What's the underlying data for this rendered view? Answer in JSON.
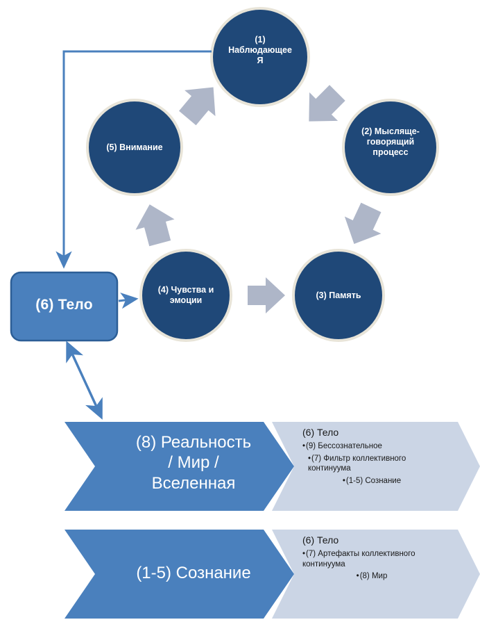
{
  "diagram": {
    "title_semantics": "cycle-of-consciousness-and-body",
    "colors": {
      "circle_fill": "#1F4878",
      "circle_outline": "#E8E4D8",
      "body_box_fill": "#4A80BD",
      "body_box_outline": "#2E6198",
      "connector_blue": "#4A80BD",
      "block_arrow_gray": "#AEB6C8",
      "chevron_main": "#4A80BD",
      "chevron_side": "#CBD5E5",
      "chevron_text": "#FFFFFF",
      "side_text": "#181818"
    },
    "cycle_nodes": [
      {
        "id": "node-1",
        "label": "(1) Наблюдающее Я",
        "line1": "(1)",
        "line2": "Наблюдающее",
        "line3": "Я"
      },
      {
        "id": "node-2",
        "label": "(2) Мысляще-говорящий процесс",
        "line1": "(2) Мысляще-",
        "line2": "говорящий",
        "line3": "процесс"
      },
      {
        "id": "node-3",
        "label": "(3) Память",
        "line1": "(3) Память",
        "line2": "",
        "line3": ""
      },
      {
        "id": "node-4",
        "label": "(4) Чувства и эмоции",
        "line1": "(4) Чувства и",
        "line2": "эмоции",
        "line3": ""
      },
      {
        "id": "node-5",
        "label": "(5) Внимание",
        "line1": "(5) Внимание",
        "line2": "",
        "line3": ""
      }
    ],
    "body_box": {
      "label": "(6) Тело"
    },
    "arrows": {
      "feedback_line": "from-node-1-left-down-to-body-box",
      "body_to_feelings": "(6) Тело → (4) Чувства и эмоции",
      "body_to_reality": "(6) Тело ↔ (8) Реальность / Мир / Вселенная"
    },
    "chevron_rows": [
      {
        "id": "row-reality",
        "main_line1": "(8) Реальность",
        "main_line2": "/ Мир /",
        "main_line3": "Вселенная",
        "main_label": "(8) Реальность / Мир / Вселенная",
        "side_title": "(6) Тело",
        "side_items": [
          "(9) Бессознательное",
          "(7) Фильтр коллективного континуума",
          "(1-5) Сознание"
        ]
      },
      {
        "id": "row-consciousness",
        "main_line1": "(1-5) Сознание",
        "main_line2": "",
        "main_line3": "",
        "main_label": "(1-5) Сознание",
        "side_title": "(6) Тело",
        "side_items": [
          "(7) Артефакты коллективного континуума",
          "(8) Мир"
        ]
      }
    ]
  }
}
